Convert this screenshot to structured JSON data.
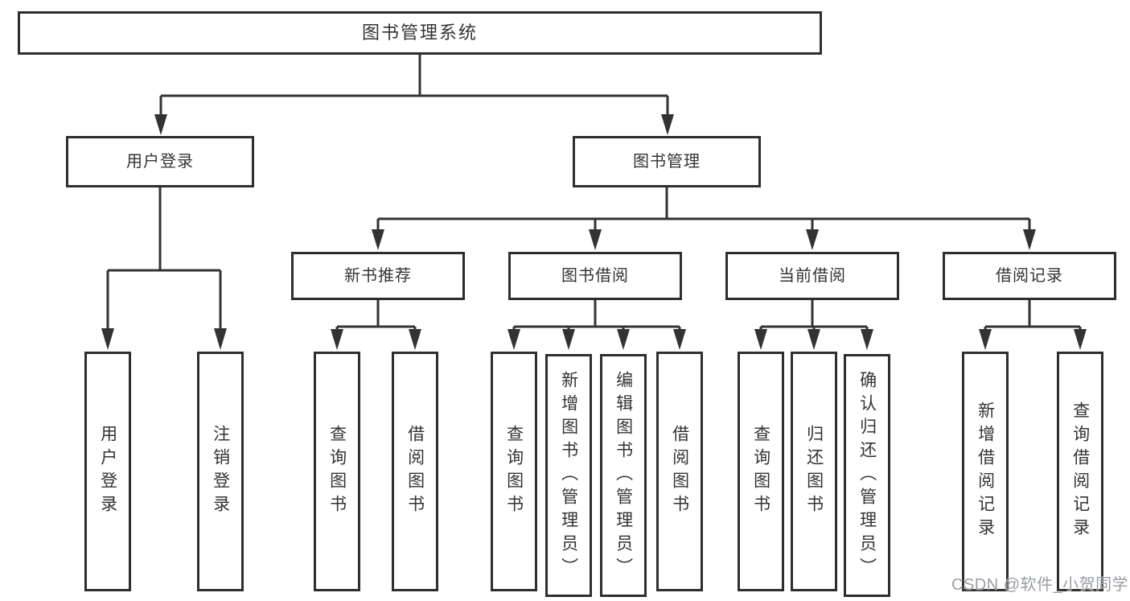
{
  "tree": {
    "root": {
      "label": "图书管理系统",
      "children": [
        {
          "label": "用户登录",
          "children": [
            {
              "label": "用户登录"
            },
            {
              "label": "注销登录"
            }
          ]
        },
        {
          "label": "图书管理",
          "children": [
            {
              "label": "新书推荐",
              "children": [
                {
                  "label": "查询图书"
                },
                {
                  "label": "借阅图书"
                }
              ]
            },
            {
              "label": "图书借阅",
              "children": [
                {
                  "label": "查询图书"
                },
                {
                  "label": "新增图书（管理员）"
                },
                {
                  "label": "编辑图书（管理员）"
                },
                {
                  "label": "借阅图书"
                }
              ]
            },
            {
              "label": "当前借阅",
              "children": [
                {
                  "label": "查询图书"
                },
                {
                  "label": "归还图书"
                },
                {
                  "label": "确认归还（管理员）"
                }
              ]
            },
            {
              "label": "借阅记录",
              "children": [
                {
                  "label": "新增借阅记录"
                },
                {
                  "label": "查询借阅记录"
                }
              ]
            }
          ]
        }
      ]
    }
  },
  "watermark": "CSDN @软件_小贺同学",
  "colors": {
    "line": "#333333",
    "box_border": "#2e2e2e",
    "text": "#333333",
    "watermark": "#999da3",
    "background": "#ffffff"
  }
}
